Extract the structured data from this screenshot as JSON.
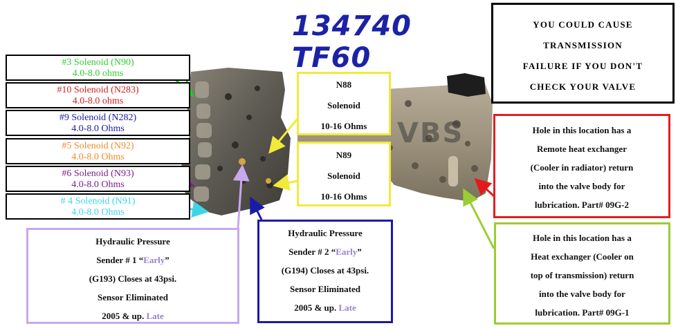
{
  "title": {
    "part_number": "134740",
    "model": "TF60"
  },
  "watermark": "VBS",
  "solenoids": [
    {
      "name": "#3 Solenoid (N90)",
      "resistance": "4.0-8.0 ohms",
      "color": "#33cc33"
    },
    {
      "name": "#10 Solenoid (N283)",
      "resistance": "4.0-8.0 ohms",
      "color": "#d42020"
    },
    {
      "name": "#9 Solenoid (N282)",
      "resistance": "4.0-8.0 Ohms",
      "color": "#1a1aa8"
    },
    {
      "name": "#5 Solenoid (N92)",
      "resistance": "4.0-8.0 Ohms",
      "color": "#f08a28"
    },
    {
      "name": "#6 Solenoid (N93)",
      "resistance": "4.0-8.0 Ohms",
      "color": "#7a1e8c"
    },
    {
      "name": "# 4 Solenoid (N91)",
      "resistance": "4.0-8.0 Ohms",
      "color": "#3cd6e6"
    }
  ],
  "n88": {
    "line1": "N88",
    "line2": "Solenoid",
    "line3": "10-16 Ohms"
  },
  "n89": {
    "line1": "N89",
    "line2": "Solenoid",
    "line3": "10-16 Ohms"
  },
  "warning": {
    "lines": [
      "YOU COULD CAUSE",
      "TRANSMISSION",
      "FAILURE IF YOU DON'T",
      "CHECK YOUR VALVE"
    ]
  },
  "sender1": {
    "line1": "Hydraulic Pressure",
    "line2_pre": "Sender # 1 “",
    "early": "Early",
    "line2_post": "”",
    "line3": "(G193) Closes at 43psi.",
    "line4": "Sensor Eliminated",
    "line5_pre": "2005 & up. ",
    "late": "Late",
    "border_color": "#c8a8ec"
  },
  "sender2": {
    "line1": "Hydraulic Pressure",
    "line2_pre": "Sender # 2 “",
    "early": "Early",
    "line2_post": "”",
    "line3": "(G194) Closes at 43psi.",
    "line4": "Sensor Eliminated",
    "line5_pre": "2005 & up. ",
    "late": "Late",
    "border_color": "#1a1aa8"
  },
  "remote_hole": {
    "lines": [
      "Hole in this location has a",
      "Remote heat exchanger",
      "(Cooler in radiator) return",
      "into the valve body for",
      "lubrication. Part# 09G-2"
    ],
    "border_color": "#e02020"
  },
  "heat_hole": {
    "lines": [
      "Hole in this location has a",
      "Heat exchanger (Cooler on",
      "top of transmission) return",
      "into the valve body for",
      "lubrication. Part# 09G-1"
    ],
    "border_color": "#9acd32"
  }
}
